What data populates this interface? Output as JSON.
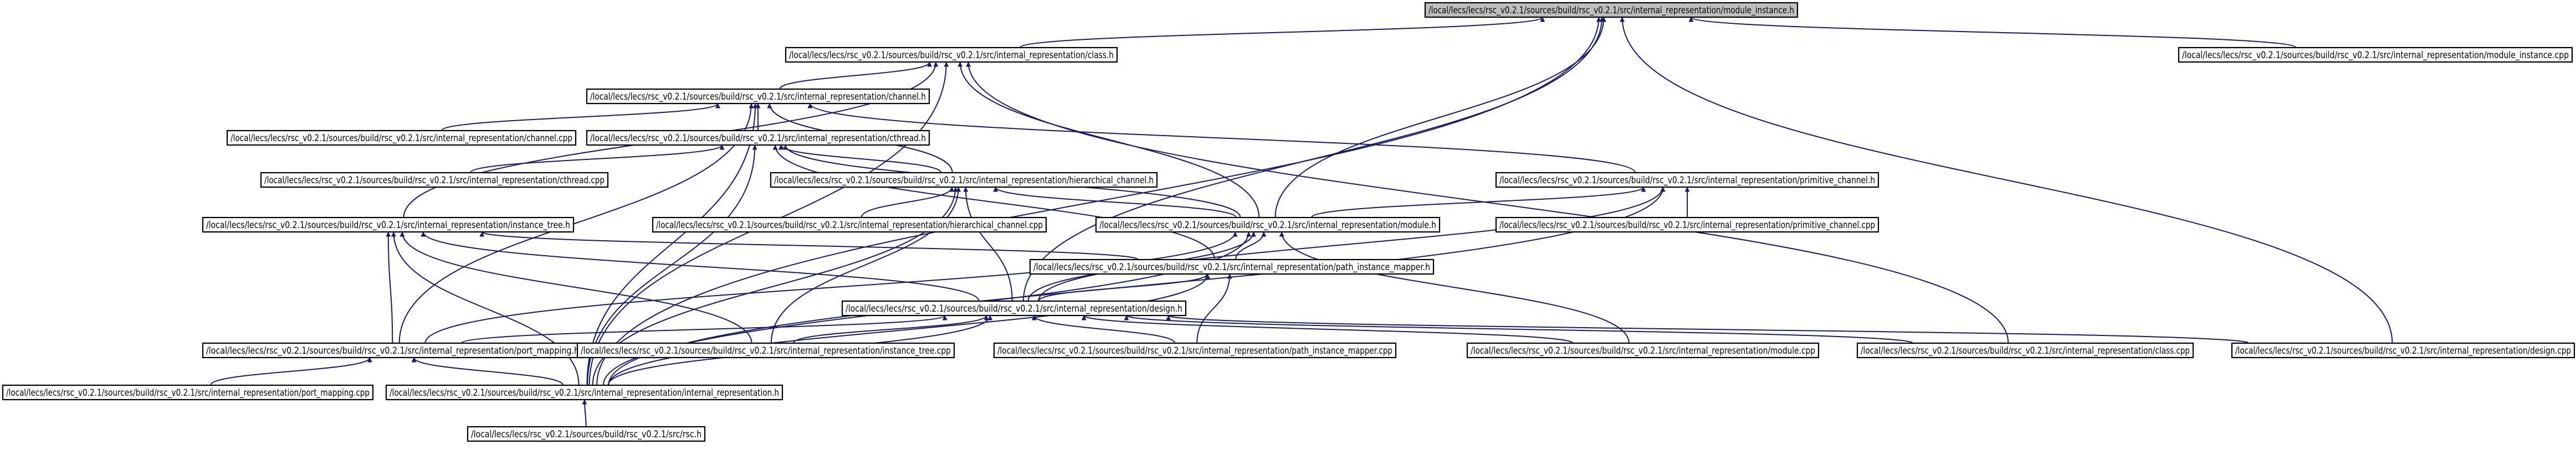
{
  "diagram": {
    "type": "include-dependency-graph",
    "nodes": [
      {
        "id": "module_instance_h",
        "label": "/local/lecs/lecs/rsc_v0.2.1/sources/build/rsc_v0.2.1/src/internal_representation/module_instance.h",
        "highlight": true
      },
      {
        "id": "class_h",
        "label": "/local/lecs/lecs/rsc_v0.2.1/sources/build/rsc_v0.2.1/src/internal_representation/class.h"
      },
      {
        "id": "module_instance_cpp",
        "label": "/local/lecs/lecs/rsc_v0.2.1/sources/build/rsc_v0.2.1/src/internal_representation/module_instance.cpp"
      },
      {
        "id": "channel_h",
        "label": "/local/lecs/lecs/rsc_v0.2.1/sources/build/rsc_v0.2.1/src/internal_representation/channel.h"
      },
      {
        "id": "channel_cpp",
        "label": "/local/lecs/lecs/rsc_v0.2.1/sources/build/rsc_v0.2.1/src/internal_representation/channel.cpp"
      },
      {
        "id": "cthread_h",
        "label": "/local/lecs/lecs/rsc_v0.2.1/sources/build/rsc_v0.2.1/src/internal_representation/cthread.h"
      },
      {
        "id": "cthread_cpp",
        "label": "/local/lecs/lecs/rsc_v0.2.1/sources/build/rsc_v0.2.1/src/internal_representation/cthread.cpp"
      },
      {
        "id": "hierarchical_channel_h",
        "label": "/local/lecs/lecs/rsc_v0.2.1/sources/build/rsc_v0.2.1/src/internal_representation/hierarchical_channel.h"
      },
      {
        "id": "primitive_channel_h",
        "label": "/local/lecs/lecs/rsc_v0.2.1/sources/build/rsc_v0.2.1/src/internal_representation/primitive_channel.h"
      },
      {
        "id": "instance_tree_h",
        "label": "/local/lecs/lecs/rsc_v0.2.1/sources/build/rsc_v0.2.1/src/internal_representation/instance_tree.h"
      },
      {
        "id": "hierarchical_channel_cpp",
        "label": "/local/lecs/lecs/rsc_v0.2.1/sources/build/rsc_v0.2.1/src/internal_representation/hierarchical_channel.cpp"
      },
      {
        "id": "module_h",
        "label": "/local/lecs/lecs/rsc_v0.2.1/sources/build/rsc_v0.2.1/src/internal_representation/module.h"
      },
      {
        "id": "primitive_channel_cpp",
        "label": "/local/lecs/lecs/rsc_v0.2.1/sources/build/rsc_v0.2.1/src/internal_representation/primitive_channel.cpp"
      },
      {
        "id": "path_instance_mapper_h",
        "label": "/local/lecs/lecs/rsc_v0.2.1/sources/build/rsc_v0.2.1/src/internal_representation/path_instance_mapper.h"
      },
      {
        "id": "design_h",
        "label": "/local/lecs/lecs/rsc_v0.2.1/sources/build/rsc_v0.2.1/src/internal_representation/design.h"
      },
      {
        "id": "port_mapping_h",
        "label": "/local/lecs/lecs/rsc_v0.2.1/sources/build/rsc_v0.2.1/src/internal_representation/port_mapping.h"
      },
      {
        "id": "instance_tree_cpp",
        "label": "/local/lecs/lecs/rsc_v0.2.1/sources/build/rsc_v0.2.1/src/internal_representation/instance_tree.cpp"
      },
      {
        "id": "path_instance_mapper_cpp",
        "label": "/local/lecs/lecs/rsc_v0.2.1/sources/build/rsc_v0.2.1/src/internal_representation/path_instance_mapper.cpp"
      },
      {
        "id": "module_cpp",
        "label": "/local/lecs/lecs/rsc_v0.2.1/sources/build/rsc_v0.2.1/src/internal_representation/module.cpp"
      },
      {
        "id": "class_cpp",
        "label": "/local/lecs/lecs/rsc_v0.2.1/sources/build/rsc_v0.2.1/src/internal_representation/class.cpp"
      },
      {
        "id": "design_cpp",
        "label": "/local/lecs/lecs/rsc_v0.2.1/sources/build/rsc_v0.2.1/src/internal_representation/design.cpp"
      },
      {
        "id": "port_mapping_cpp",
        "label": "/local/lecs/lecs/rsc_v0.2.1/sources/build/rsc_v0.2.1/src/internal_representation/port_mapping.cpp"
      },
      {
        "id": "internal_representation_h",
        "label": "/local/lecs/lecs/rsc_v0.2.1/sources/build/rsc_v0.2.1/src/internal_representation/internal_representation.h"
      },
      {
        "id": "rsc_h",
        "label": "/local/lecs/lecs/rsc_v0.2.1/sources/build/rsc_v0.2.1/src/rsc.h"
      }
    ],
    "edges": [
      [
        "class_h",
        "module_instance_h"
      ],
      [
        "module_instance_cpp",
        "module_instance_h"
      ],
      [
        "module_h",
        "module_instance_h"
      ],
      [
        "design_h",
        "module_instance_h"
      ],
      [
        "design_cpp",
        "module_instance_h"
      ],
      [
        "internal_representation_h",
        "module_instance_h"
      ],
      [
        "channel_h",
        "class_h"
      ],
      [
        "instance_tree_h",
        "class_h"
      ],
      [
        "module_h",
        "class_h"
      ],
      [
        "class_cpp",
        "class_h"
      ],
      [
        "internal_representation_h",
        "class_h"
      ],
      [
        "channel_cpp",
        "channel_h"
      ],
      [
        "cthread_h",
        "channel_h"
      ],
      [
        "hierarchical_channel_h",
        "channel_h"
      ],
      [
        "primitive_channel_h",
        "channel_h"
      ],
      [
        "port_mapping_h",
        "channel_h"
      ],
      [
        "internal_representation_h",
        "channel_h"
      ],
      [
        "cthread_cpp",
        "cthread_h"
      ],
      [
        "hierarchical_channel_h",
        "cthread_h"
      ],
      [
        "module_h",
        "cthread_h"
      ],
      [
        "path_instance_mapper_h",
        "cthread_h"
      ],
      [
        "internal_representation_h",
        "cthread_h"
      ],
      [
        "hierarchical_channel_cpp",
        "hierarchical_channel_h"
      ],
      [
        "module_h",
        "hierarchical_channel_h"
      ],
      [
        "design_h",
        "hierarchical_channel_h"
      ],
      [
        "instance_tree_cpp",
        "hierarchical_channel_h"
      ],
      [
        "internal_representation_h",
        "hierarchical_channel_h"
      ],
      [
        "primitive_channel_cpp",
        "primitive_channel_h"
      ],
      [
        "module_h",
        "primitive_channel_h"
      ],
      [
        "design_h",
        "primitive_channel_h"
      ],
      [
        "internal_representation_h",
        "primitive_channel_h"
      ],
      [
        "path_instance_mapper_h",
        "instance_tree_h"
      ],
      [
        "design_h",
        "instance_tree_h"
      ],
      [
        "port_mapping_h",
        "instance_tree_h"
      ],
      [
        "instance_tree_cpp",
        "instance_tree_h"
      ],
      [
        "internal_representation_h",
        "instance_tree_h"
      ],
      [
        "path_instance_mapper_h",
        "module_h"
      ],
      [
        "design_h",
        "module_h"
      ],
      [
        "port_mapping_h",
        "module_h"
      ],
      [
        "module_cpp",
        "module_h"
      ],
      [
        "internal_representation_h",
        "module_h"
      ],
      [
        "design_h",
        "path_instance_mapper_h"
      ],
      [
        "path_instance_mapper_cpp",
        "path_instance_mapper_h"
      ],
      [
        "internal_representation_h",
        "path_instance_mapper_h"
      ],
      [
        "port_mapping_h",
        "design_h"
      ],
      [
        "instance_tree_cpp",
        "design_h"
      ],
      [
        "path_instance_mapper_cpp",
        "design_h"
      ],
      [
        "module_cpp",
        "design_h"
      ],
      [
        "class_cpp",
        "design_h"
      ],
      [
        "design_cpp",
        "design_h"
      ],
      [
        "internal_representation_h",
        "design_h"
      ],
      [
        "port_mapping_cpp",
        "port_mapping_h"
      ],
      [
        "internal_representation_h",
        "port_mapping_h"
      ],
      [
        "rsc_h",
        "internal_representation_h"
      ]
    ]
  }
}
